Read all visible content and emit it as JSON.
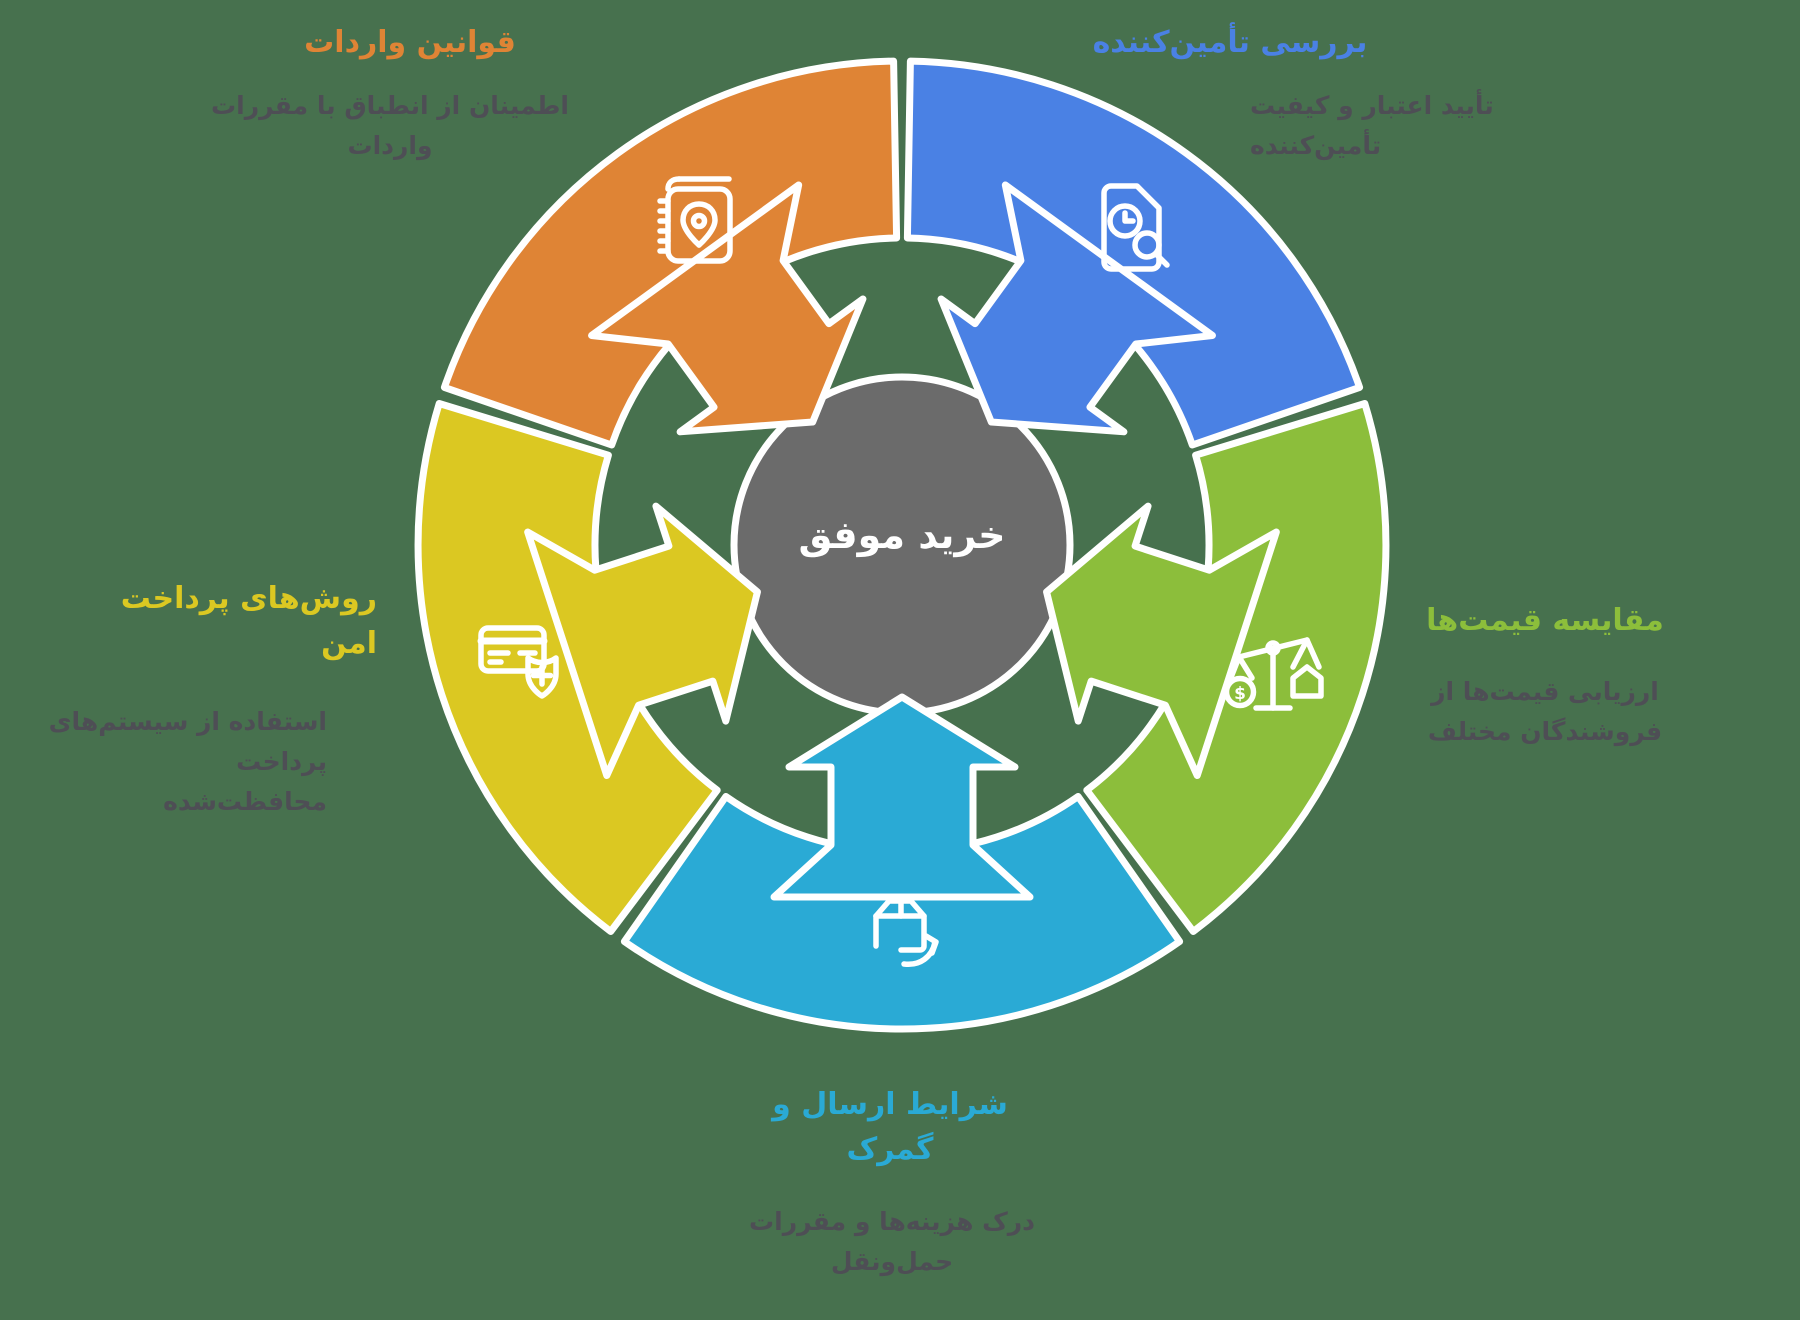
{
  "background_color": "#47714E",
  "center": {
    "label": "خرید موفق",
    "fill_color": "#6B6B6B",
    "text_color": "#FFFFFF"
  },
  "segments": [
    {
      "id": "import-laws",
      "title": "قوانین واردات",
      "description": [
        "اطمینان از انطباق با مقررات",
        "واردات"
      ],
      "color": "#DF8435",
      "icon": "address-book-location-icon",
      "position": "top-left"
    },
    {
      "id": "supplier-review",
      "title": "بررسی تأمین‌کننده",
      "description": [
        "تأیید اعتبار و کیفیت",
        "تأمین‌کننده"
      ],
      "color": "#4A81E4",
      "icon": "document-search-clock-icon",
      "position": "top-right"
    },
    {
      "id": "price-comparison",
      "title": "مقایسه قیمت‌ها",
      "description": [
        "ارزیابی قیمت‌ها از",
        "فروشندگان مختلف"
      ],
      "color": "#8CBE3B",
      "icon": "balance-scale-icon",
      "position": "right"
    },
    {
      "id": "shipping-customs",
      "title": [
        "شرایط ارسال و",
        "گمرک"
      ],
      "description": [
        "درک هزینه‌ها و مقررات",
        "حمل‌ونقل"
      ],
      "color": "#2AAAD5",
      "icon": "package-shipping-icon",
      "position": "bottom"
    },
    {
      "id": "secure-payment",
      "title": [
        "روش‌های پرداخت",
        "امن"
      ],
      "description": [
        "استفاده از سیستم‌های پرداخت",
        "محافظت‌شده"
      ],
      "color": "#DBC822",
      "icon": "credit-card-shield-icon",
      "position": "left"
    }
  ],
  "text_color": "#4E4E55",
  "outline_color": "#FFFFFF"
}
